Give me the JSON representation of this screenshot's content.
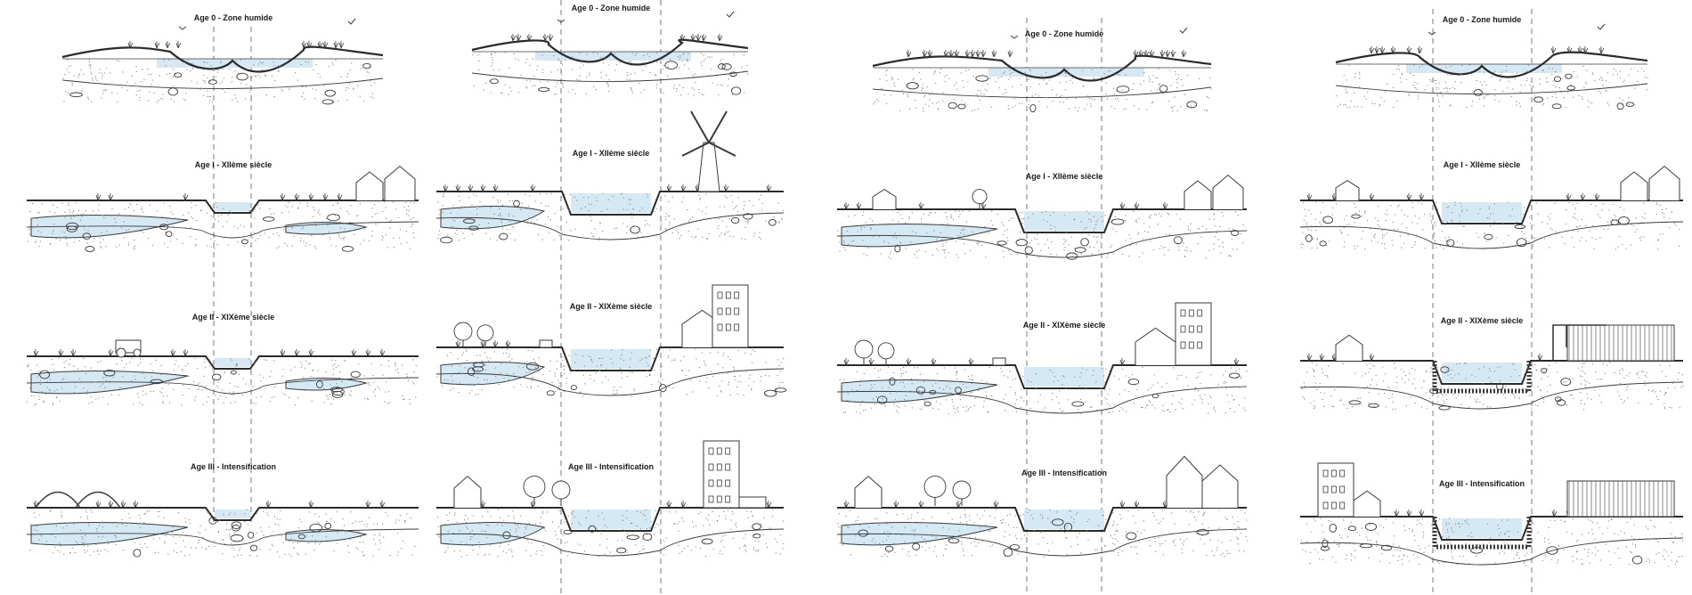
{
  "colors": {
    "ink": "#3a3a3a",
    "water": "#d4e9f3",
    "ground": "#8a8a8a",
    "dashes": "#7a7a7a"
  },
  "labels": {
    "age0": "Age 0 - Zone humide",
    "age1": "Age I - XIIème siècle",
    "age2": "Age II - XIXème siècle",
    "age3": "Age III - Intensification"
  },
  "scenarios": [
    {
      "rows": [
        "age0",
        "age1",
        "age2",
        "age3"
      ]
    },
    {
      "rows": [
        "age0",
        "age1",
        "age2",
        "age3"
      ]
    },
    {
      "rows": [
        "age0",
        "age1",
        "age2",
        "age3"
      ]
    },
    {
      "rows": [
        "age0",
        "age1",
        "age2",
        "age3"
      ]
    }
  ]
}
